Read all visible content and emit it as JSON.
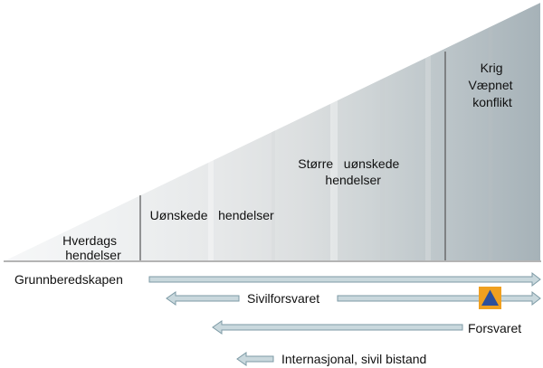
{
  "triangle": {
    "zones": [
      {
        "id": "everyday",
        "lines": [
          "Hverdags",
          "hendelser"
        ]
      },
      {
        "id": "undesired",
        "lines": [
          "Uønskede   hendelser"
        ]
      },
      {
        "id": "major",
        "lines": [
          "Større   uønskede",
          "hendelser"
        ]
      },
      {
        "id": "war",
        "lines": [
          "Krig",
          "Væpnet",
          "konflikt"
        ]
      }
    ],
    "colors": {
      "light": "#f4f5f6",
      "dark": "#a9b5bb",
      "divider": "#555555",
      "baseline": "#888888"
    }
  },
  "actors": [
    {
      "id": "grunnberedskapen",
      "label": "Grunnberedskapen",
      "arrow": "right"
    },
    {
      "id": "sivilforsvaret",
      "label": "Sivilforsvaret",
      "arrow": "both",
      "marker": "triangle-marker-icon"
    },
    {
      "id": "forsvaret",
      "label": "Forsvaret",
      "arrow": "left"
    },
    {
      "id": "internasjonal",
      "label": "Internasjonal, sivil bistand",
      "arrow": "left"
    }
  ],
  "arrow_colors": {
    "fill": "#c9d8dd",
    "stroke": "#7d9aa5"
  },
  "marker_colors": {
    "square": "#f0a020",
    "triangle": "#2c4f9c"
  }
}
